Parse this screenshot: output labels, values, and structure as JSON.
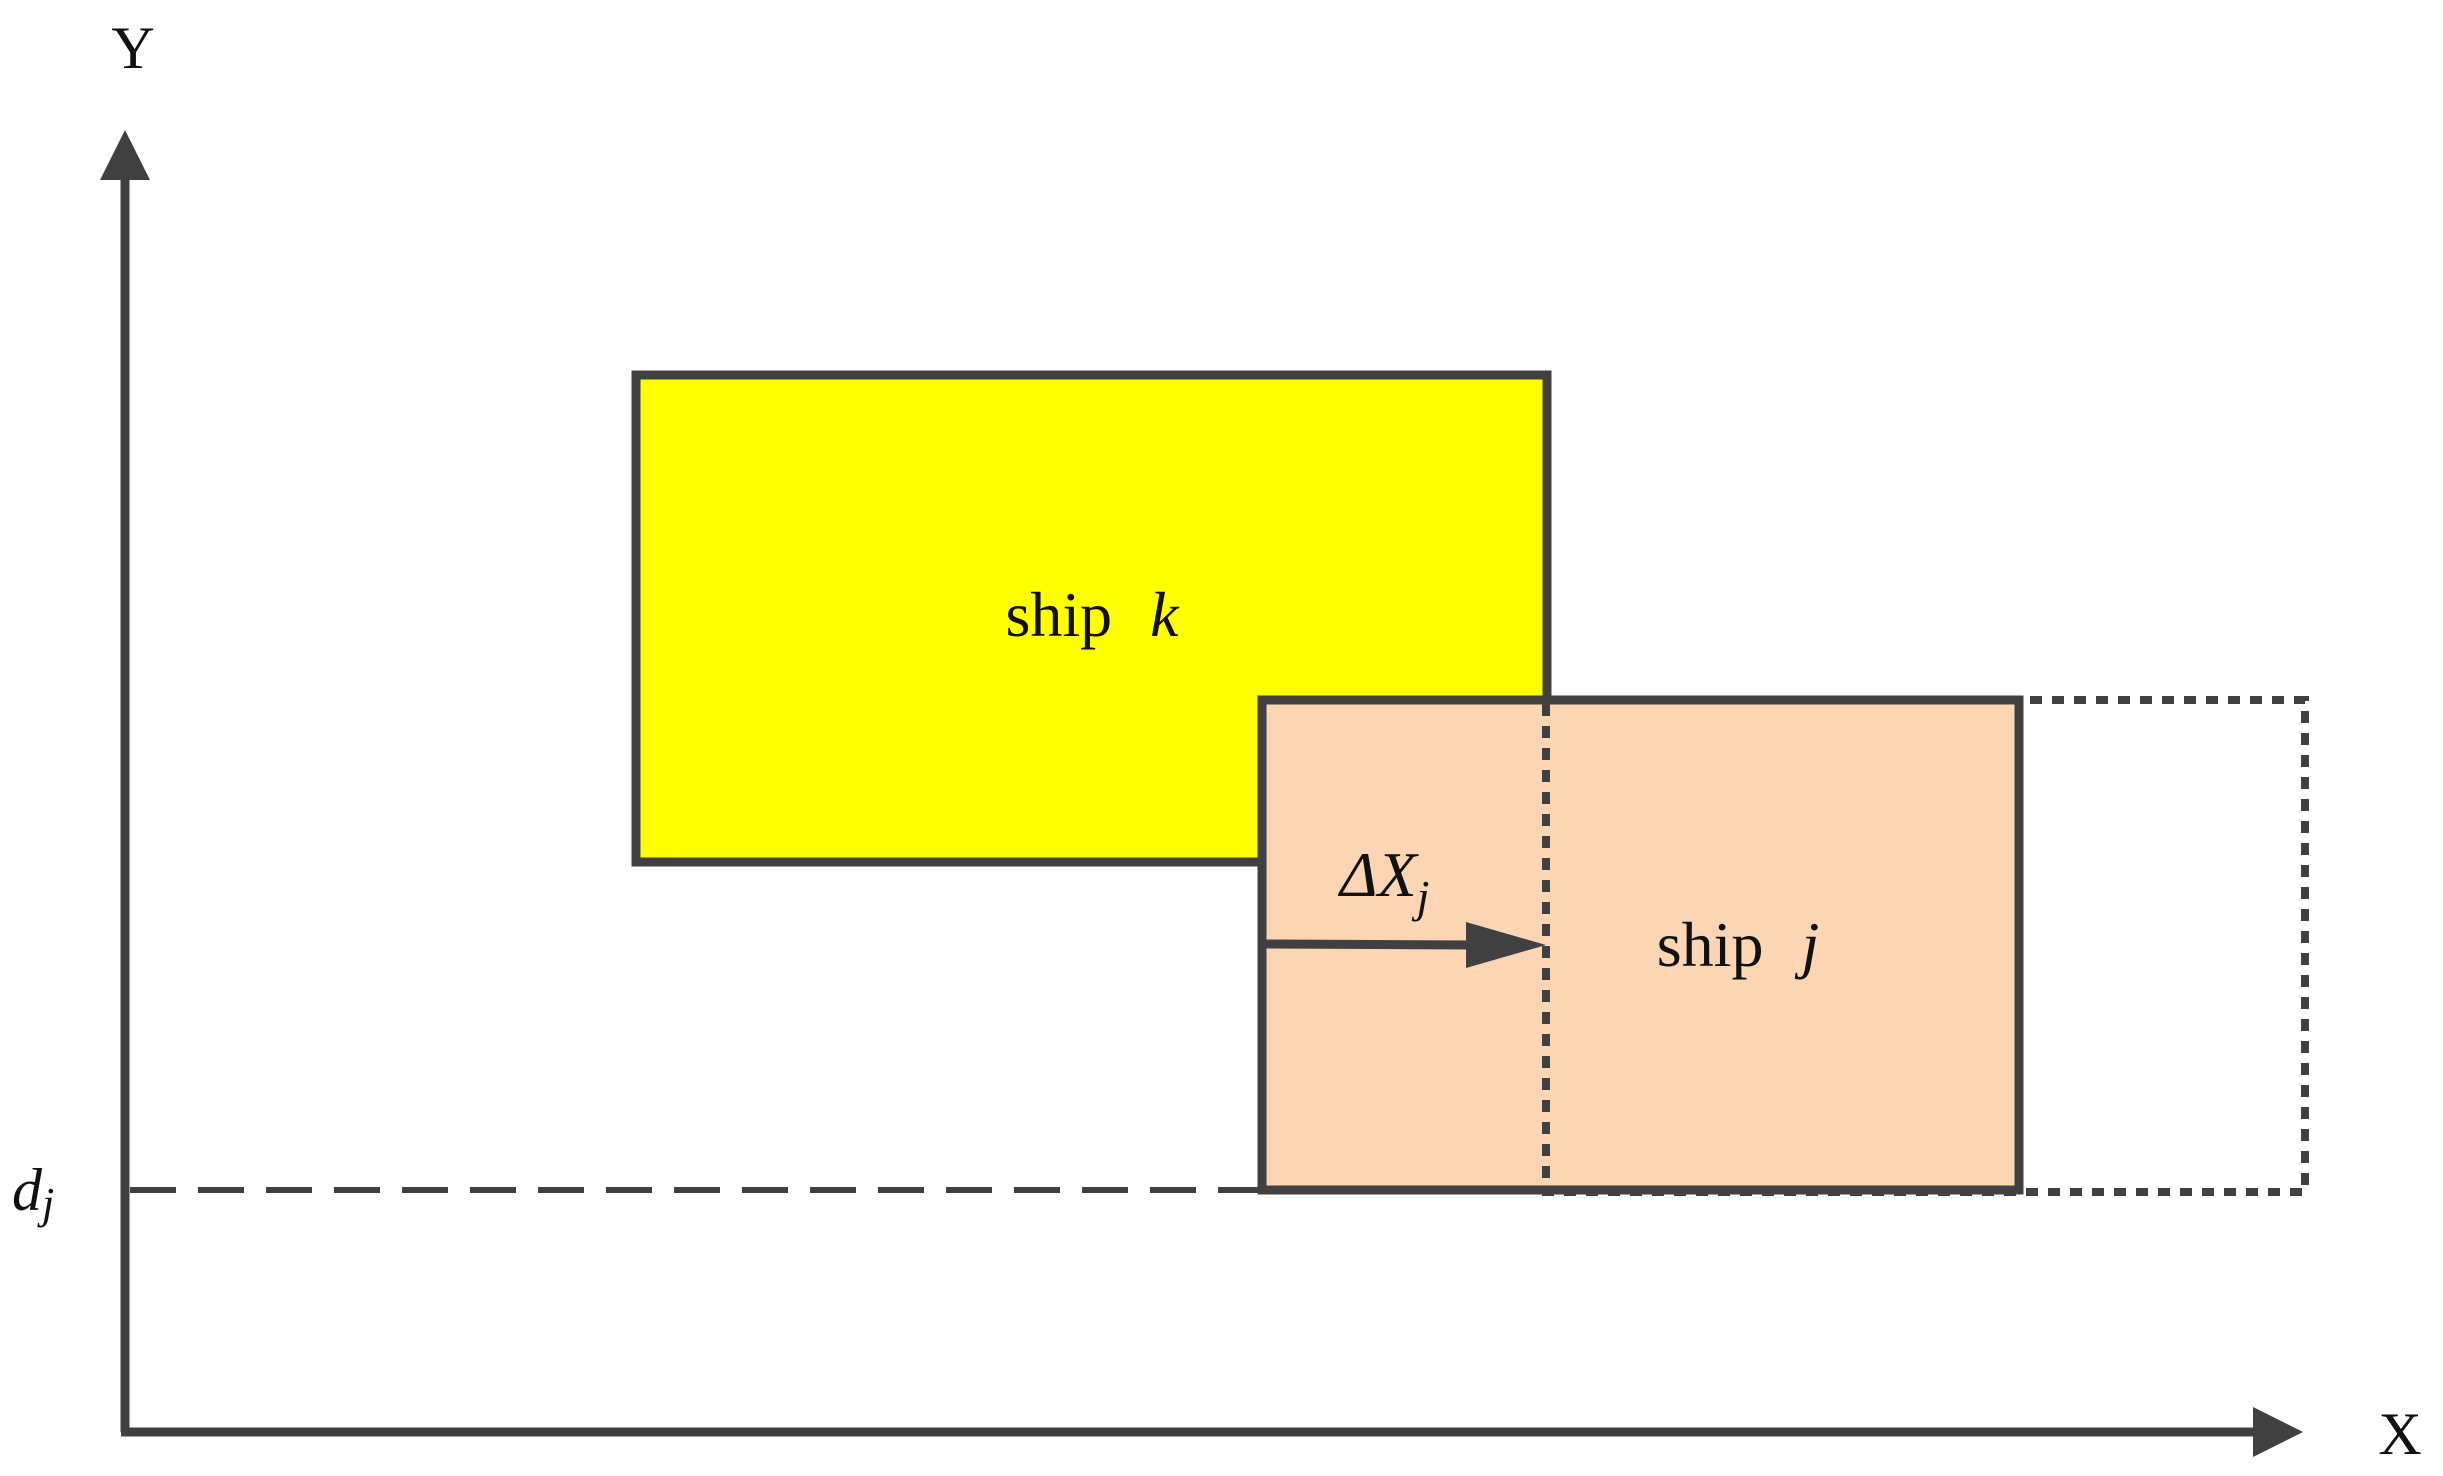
{
  "axes": {
    "x_label": "X",
    "y_label": "Y"
  },
  "ship_k": {
    "label_word": "ship",
    "label_var": "k",
    "fill": "#FFFF00"
  },
  "ship_j": {
    "label_word": "ship",
    "label_var": "j",
    "fill": "#FCD5B5"
  },
  "displacement": {
    "symbol": "ΔX",
    "subscript": "j"
  },
  "depth": {
    "symbol": "d",
    "subscript": "j"
  },
  "colors": {
    "stroke": "#404040"
  }
}
